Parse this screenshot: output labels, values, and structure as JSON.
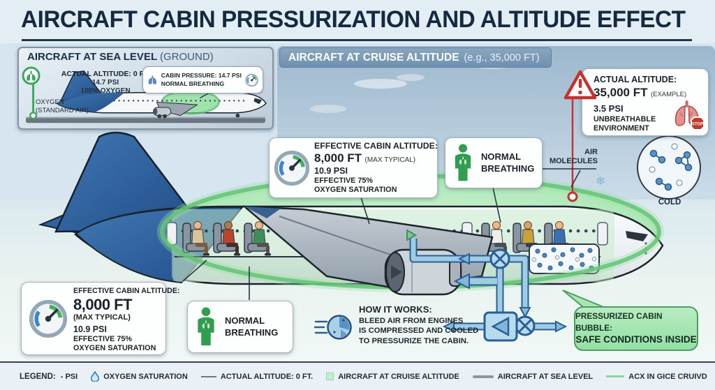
{
  "title": "AIRCRAFT CABIN PRESSURIZATION AND ALTITUDE EFFECT",
  "icons": {
    "snowflake": "❄"
  },
  "colors": {
    "accent_green": "#2f9e4f",
    "bubble_green": "#8adf97",
    "warning_red": "#c3342e",
    "pipe_blue": "#5d9ecb",
    "navy": "#152a40",
    "sky_blue": "#8aa6c0"
  },
  "sea_level_panel": {
    "heading": "AIRCRAFT AT SEA LEVEL",
    "heading_note": "(GROUND)",
    "altitude": "ACTUAL ALTITUDE: 0 FT.",
    "psi": "14.7 PSI",
    "oxygen": "100% OXYGEN",
    "marker_label_1": "OXYGEN",
    "marker_label_2": "(STANDARD AIR)",
    "cabin_card_line_1": "CABIN PRESSURE: 14.7 PSI",
    "cabin_card_line_2": "NORMAL BREATHING"
  },
  "cruise_banner": {
    "heading": "AIRCRAFT AT CRUISE ALTITUDE",
    "note": "(e.g., 35,000 FT)"
  },
  "warning_card": {
    "heading": "ACTUAL ALTITUDE:",
    "altitude": "35,000 FT",
    "note": "(EXAMPLE)",
    "psi": "3.5 PSI",
    "env_1": "UNBREATHABLE",
    "env_2": "ENVIRONMENT",
    "stop": "STOP"
  },
  "air_molecules": {
    "label_1": "AIR",
    "label_2": "MOLECULES",
    "cold": "COLD"
  },
  "cabin_card_top": {
    "heading": "EFFECTIVE CABIN ALTITUDE:",
    "altitude": "8,000 FT",
    "note": "(MAX TYPICAL)",
    "psi": "10.9 PSI",
    "line_1": "EFFECTIVE 75%",
    "line_2": "OXYGEN SATURATION"
  },
  "breathing_card_top": {
    "line_1": "NORMAL",
    "line_2": "BREATHING"
  },
  "cabin_card_bottom": {
    "heading": "EFFECTIVE CABIN ALTITUDE:",
    "altitude": "8,000 FT",
    "note": "(MAX TYPICAL)",
    "psi": "10.9 PSI",
    "line_1": "EFFECTIVE 75%",
    "line_2": "OXYGEN SATURATION"
  },
  "breathing_card_bottom": {
    "line_1": "NORMAL",
    "line_2": "BREATHING"
  },
  "how_it_works": {
    "heading": "HOW IT WORKS:",
    "line_1": "BLEED AIR FROM ENGINES",
    "line_2": "IS COMPRESSED AND COOLED",
    "line_3": "TO PRESSURIZE THE CABIN."
  },
  "bubble_callout": {
    "line_1": "PRESSURIZED CABIN BUBBLE:",
    "line_2": "SAFE CONDITIONS INSIDE"
  },
  "legend": {
    "label": "LEGEND:",
    "items": [
      {
        "icon": "none",
        "label": "- PSI"
      },
      {
        "icon": "droplet",
        "label": "OXYGEN SATURATION"
      },
      {
        "icon": "gray-line",
        "label": "ACTUAL ALTITUDE: 0 FT."
      },
      {
        "icon": "green-square",
        "label": "AIRCRAFT AT CRUISE ALTITUDE"
      },
      {
        "icon": "gray-thick-line",
        "label": "AIRCRAFT AT SEA LEVEL"
      },
      {
        "icon": "green-line",
        "label": "ACX IN GICE CRUIVD"
      }
    ]
  }
}
